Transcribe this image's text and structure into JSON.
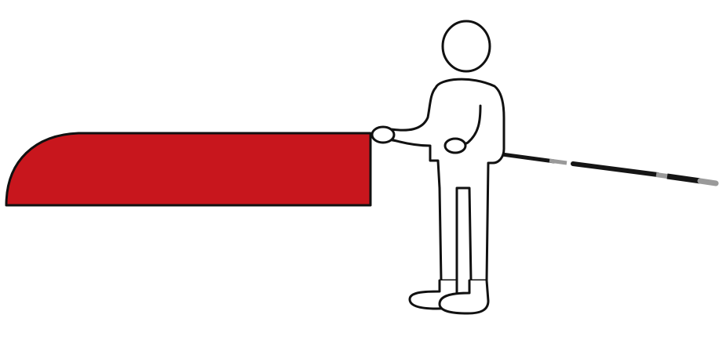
{
  "colors": {
    "background": "#ffffff",
    "board_fill": "#c8161d",
    "outline": "#111111",
    "pole_dark": "#151515",
    "pole_band": "#9a9a9a"
  },
  "icons": {
    "board": "red-board-shape",
    "figure": "stick-figure-person",
    "pole": "telescopic-pole"
  }
}
